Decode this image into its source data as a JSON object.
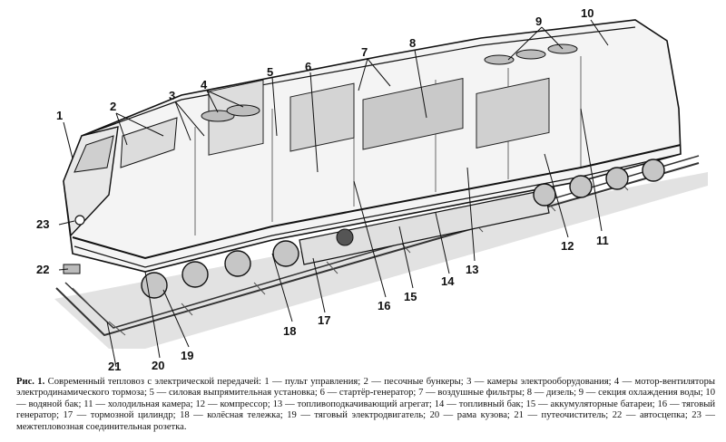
{
  "figure": {
    "callouts": {
      "c1": "1",
      "c2": "2",
      "c3": "3",
      "c4": "4",
      "c5": "5",
      "c6": "6",
      "c7": "7",
      "c8": "8",
      "c9": "9",
      "c10": "10",
      "c11": "11",
      "c12": "12",
      "c13": "13",
      "c14": "14",
      "c15": "15",
      "c16": "16",
      "c17": "17",
      "c18": "18",
      "c19": "19",
      "c20": "20",
      "c21": "21",
      "c22": "22",
      "c23": "23"
    }
  },
  "caption": {
    "prefix": "Рис. 1.",
    "text": "Современный тепловоз с электрической передачей: 1 — пульт управления; 2 — песочные бункеры; 3 — камеры электрообору­дования; 4 — мотор-вентиляторы электродинамического тормоза; 5 — силовая выпрямительная установка; 6 — стартёр-генератор; 7 — воздушные фильтры; 8 — дизель; 9 — секция охлаждения воды; 10 — водяной бак; 11 — холодильная камера; 12 — компрессор; 13 — топливоподкачивающий агрегат; 14 — топливный бак; 15 — аккумуляторные батареи; 16 — тяговый генератор; 17 — тормозной ци­линдр; 18 — колёсная тележка; 19 — тяговый электродвигатель; 20 — рама кузова; 21 — путеочиститель; 22 — автосцепка; 23 — межтепловозная соединительная розетка."
  }
}
